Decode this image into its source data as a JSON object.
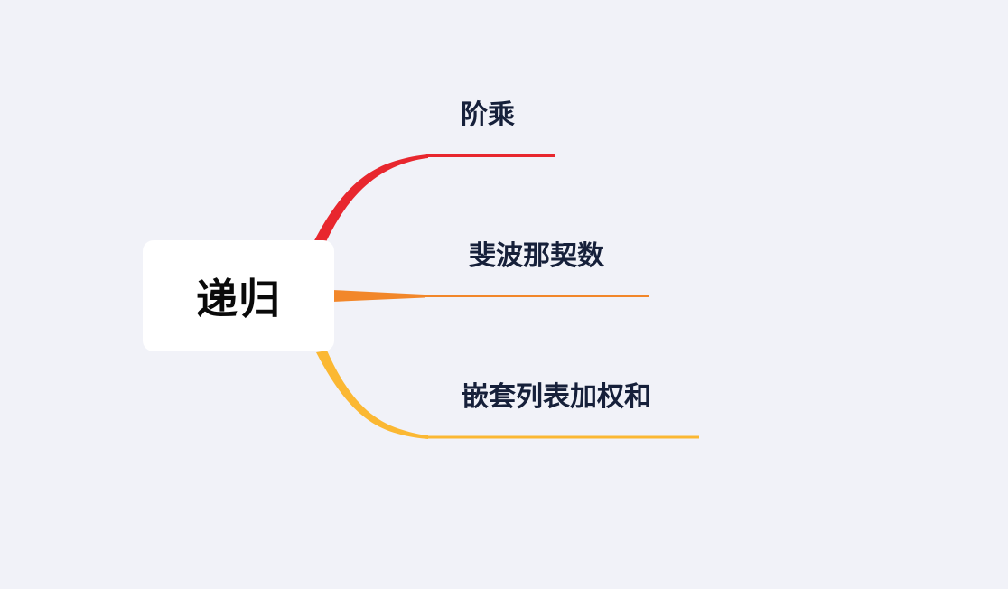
{
  "root": {
    "label": "递归"
  },
  "topics": [
    {
      "label": "阶乘",
      "color": "#e8272e"
    },
    {
      "label": "斐波那契数",
      "color": "#f2872a"
    },
    {
      "label": "嵌套列表加权和",
      "color": "#fbb833"
    }
  ],
  "colors": {
    "background": "#f1f2f8",
    "node": "#ffffff"
  }
}
